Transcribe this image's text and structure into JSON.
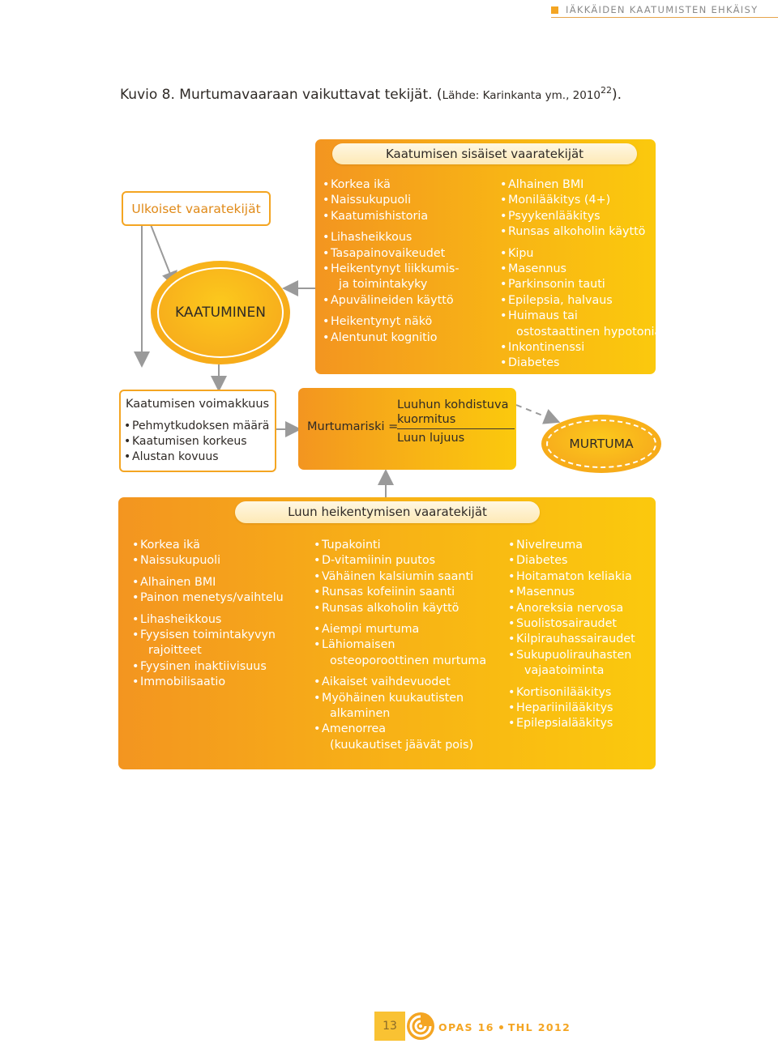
{
  "header": {
    "title": "IÄKKÄIDEN KAATUMISTEN EHKÄISY"
  },
  "caption": {
    "main": "Kuvio 8. Murtumavaaraan vaikuttavat tekijät. (",
    "source": "Lähde: Karinkanta ym., 2010",
    "sup": "22",
    "end": ")."
  },
  "external": {
    "label": "Ulkoiset vaaratekijät"
  },
  "falling": {
    "label": "KAATUMINEN"
  },
  "internal": {
    "title": "Kaatumisen sisäiset vaaratekijät",
    "col1": [
      {
        "t": "Korkea ikä"
      },
      {
        "t": "Naissukupuoli"
      },
      {
        "t": "Kaatumishistoria"
      },
      {
        "t": "Lihasheikkous",
        "gap": true
      },
      {
        "t": "Tasapainovaikeudet"
      },
      {
        "t": "Heikentynyt liikkumis-"
      },
      {
        "t": "ja toimintakyky",
        "cont": true
      },
      {
        "t": "Apuvälineiden käyttö"
      },
      {
        "t": "Heikentynyt näkö",
        "gap": true
      },
      {
        "t": "Alentunut kognitio"
      }
    ],
    "col2": [
      {
        "t": "Alhainen BMI"
      },
      {
        "t": "Monilääkitys (4+)"
      },
      {
        "t": "Psyykenlääkitys"
      },
      {
        "t": "Runsas alkoholin käyttö"
      },
      {
        "t": "Kipu",
        "gap": true
      },
      {
        "t": "Masennus"
      },
      {
        "t": "Parkinsonin tauti"
      },
      {
        "t": "Epilepsia, halvaus"
      },
      {
        "t": "Huimaus tai"
      },
      {
        "t": "ostostaattinen hypotonia",
        "cont": true
      },
      {
        "t": "Inkontinenssi"
      },
      {
        "t": "Diabetes"
      }
    ]
  },
  "intensity": {
    "title": "Kaatumisen voimakkuus",
    "items": [
      "Pehmytkudoksen määrä",
      "Kaatumisen korkeus",
      "Alustan kovuus"
    ]
  },
  "formula": {
    "lhs": "Murtumariski =",
    "numerator_1": "Luuhun kohdistuva",
    "numerator_2": "kuormitus",
    "denominator": "Luun lujuus"
  },
  "fracture": {
    "label": "MURTUMA"
  },
  "bone": {
    "title": "Luun heikentymisen vaaratekijät",
    "col1": [
      {
        "t": "Korkea ikä"
      },
      {
        "t": "Naissukupuoli"
      },
      {
        "t": "Alhainen BMI",
        "gap": true
      },
      {
        "t": "Painon menetys/vaihtelu"
      },
      {
        "t": "Lihasheikkous",
        "gap": true
      },
      {
        "t": "Fyysisen toimintakyvyn"
      },
      {
        "t": "rajoitteet",
        "cont": true
      },
      {
        "t": "Fyysinen inaktiivisuus"
      },
      {
        "t": "Immobilisaatio"
      }
    ],
    "col2": [
      {
        "t": "Tupakointi"
      },
      {
        "t": "D-vitamiinin puutos"
      },
      {
        "t": "Vähäinen kalsiumin saanti"
      },
      {
        "t": "Runsas kofeiinin saanti"
      },
      {
        "t": "Runsas alkoholin käyttö"
      },
      {
        "t": "Aiempi murtuma",
        "gap": true
      },
      {
        "t": "Lähiomaisen"
      },
      {
        "t": "osteoporoottinen murtuma",
        "cont": true
      },
      {
        "t": "Aikaiset vaihdevuodet",
        "gap": true
      },
      {
        "t": "Myöhäinen kuukautisten"
      },
      {
        "t": "alkaminen",
        "cont": true
      },
      {
        "t": "Amenorrea"
      },
      {
        "t": "(kuukautiset jäävät pois)",
        "cont": true
      }
    ],
    "col3": [
      {
        "t": "Nivelreuma"
      },
      {
        "t": "Diabetes"
      },
      {
        "t": "Hoitamaton keliakia"
      },
      {
        "t": "Masennus"
      },
      {
        "t": "Anoreksia nervosa"
      },
      {
        "t": "Suolistosairaudet"
      },
      {
        "t": "Kilpirauhassairaudet"
      },
      {
        "t": "Sukupuolirauhasten"
      },
      {
        "t": "vajaatoiminta",
        "cont": true
      },
      {
        "t": "Kortisonilääkitys",
        "gap": true
      },
      {
        "t": "Hepariinilääkitys"
      },
      {
        "t": "Epilepsialääkitys"
      }
    ]
  },
  "footer": {
    "page": "13",
    "guide": "OPAS 16",
    "org": "THL 2012"
  },
  "colors": {
    "accent": "#f4a522",
    "panel_light": "#fbc90d",
    "panel_dark": "#f39520"
  }
}
